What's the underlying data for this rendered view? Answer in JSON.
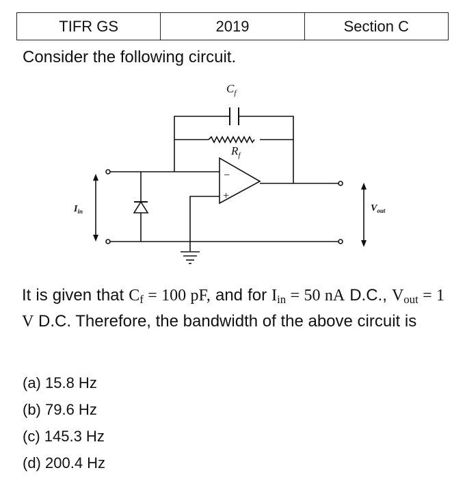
{
  "header": {
    "exam": "TIFR GS",
    "year": "2019",
    "section": "Section C"
  },
  "question": {
    "prompt": "Consider the following circuit.",
    "given": {
      "part1": "It is given that",
      "cf_sym": "C",
      "cf_sub": "f",
      "cf_val": " = 100 pF,",
      "part2": "and for",
      "iin_sym": "I",
      "iin_sub": "in",
      "iin_val": " = 50 nA",
      "part3": "D.C.,",
      "vout_sym": "V",
      "vout_sub": "out",
      "vout_val": " = 1 V",
      "part4": "D.C. Therefore, the bandwidth of the above circuit is"
    },
    "options": [
      "(a) 15.8 Hz",
      "(b) 79.6 Hz",
      "(c) 145.3 Hz",
      "(d) 200.4 Hz"
    ]
  },
  "circuit": {
    "cap_label": "C",
    "cap_sub": "f",
    "res_label": "R",
    "res_sub": "f",
    "iin_label": "I",
    "iin_sub": "in",
    "vout_label": "V",
    "vout_sub": "out",
    "minus": "−",
    "plus": "+"
  }
}
